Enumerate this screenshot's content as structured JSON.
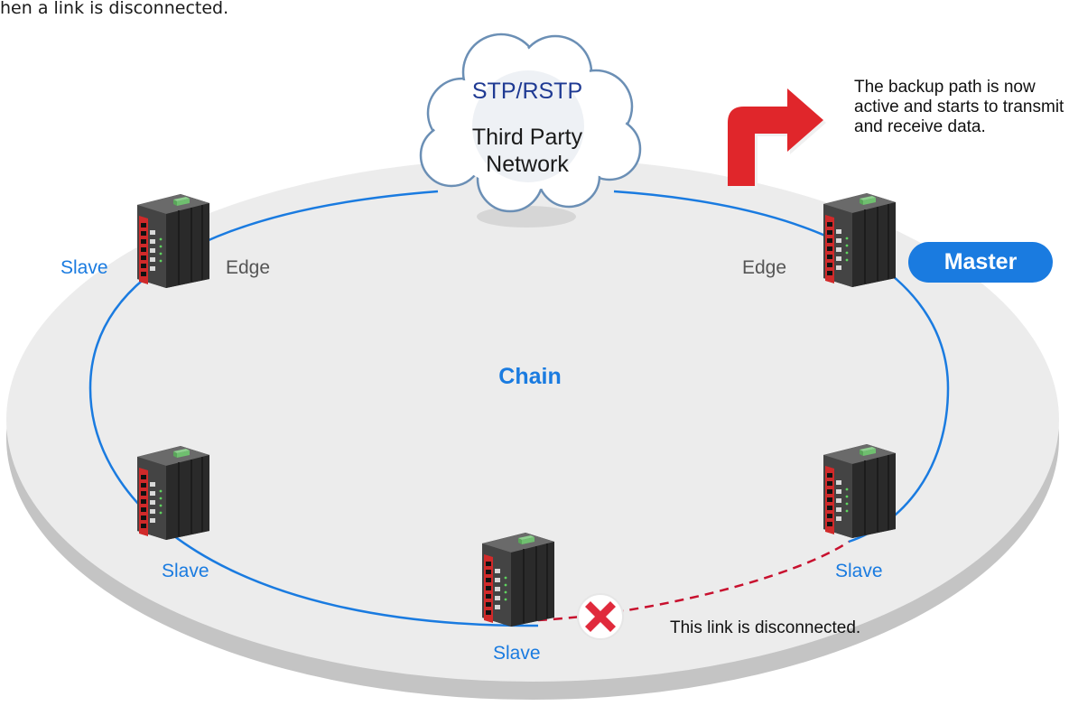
{
  "intro_text": "hen a link is disconnected.",
  "cloud": {
    "title": "STP/RSTP",
    "subtitle": "Third Party Network"
  },
  "ring": {
    "label": "Chain"
  },
  "nodes": {
    "left_top_role": "Slave",
    "left_top_type": "Edge",
    "right_top_type": "Edge",
    "right_top_role": "Master",
    "left_bottom_role": "Slave",
    "bottom_center_role": "Slave",
    "right_bottom_role": "Slave"
  },
  "notes": {
    "backup_path": "The backup path is now active and starts to transmit and receive data.",
    "disconnected": "This link is disconnected."
  },
  "colors": {
    "ring_line": "#1a7be0",
    "broken_link": "#c8102e",
    "master_badge": "#1a7be0",
    "arrow": "#e0262b",
    "platform": "#ececec",
    "platform_edge": "#c4c4c4",
    "cloud_title": "#1f3a93"
  },
  "icons": {
    "switch": "industrial-switch-icon",
    "break": "x-mark-icon",
    "arrow": "turn-right-arrow-icon",
    "cloud": "cloud-icon"
  }
}
